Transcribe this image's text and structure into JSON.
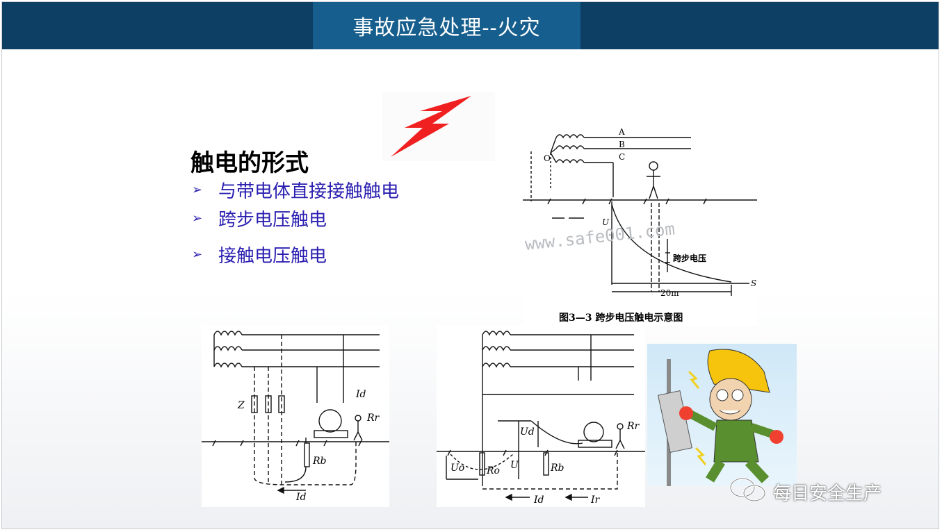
{
  "header": {
    "title": "事故应急处理--火灾"
  },
  "content": {
    "heading": "触电的形式",
    "bullets": [
      {
        "marker": "➢",
        "text": "与带电体直接接触触电"
      },
      {
        "marker": "➢",
        "text": "跨步电压触电"
      },
      {
        "marker": "➢",
        "text": "接触电压触电"
      }
    ]
  },
  "figure_step": {
    "phase_labels": [
      "A",
      "B",
      "C"
    ],
    "neutral_label": "O",
    "y_label": "U",
    "x_label": "S",
    "step_voltage_label": "跨步电压",
    "distance_label": "20m",
    "watermark": "www.safe001.com",
    "caption": "图3—3  跨步电压触电示意图"
  },
  "figure_direct": {
    "z_label": "Z",
    "id_label": "Id",
    "rr_label": "Rr",
    "rb_label": "Rb"
  },
  "figure_contact": {
    "ud_label": "Ud",
    "rr_label": "Rr",
    "uo_label": "Uo",
    "ro_label": "Ro",
    "u_label": "U",
    "rb_label": "Rb",
    "id_label": "Id",
    "ir_label": "Ir"
  },
  "watermark": {
    "text": "每日安全生产",
    "icon": "wechat-icon"
  },
  "colors": {
    "header_dark": "#0c3f63",
    "header_title": "#165e8d",
    "bullet": "#2a1fb0",
    "lightning": "#f02020"
  }
}
